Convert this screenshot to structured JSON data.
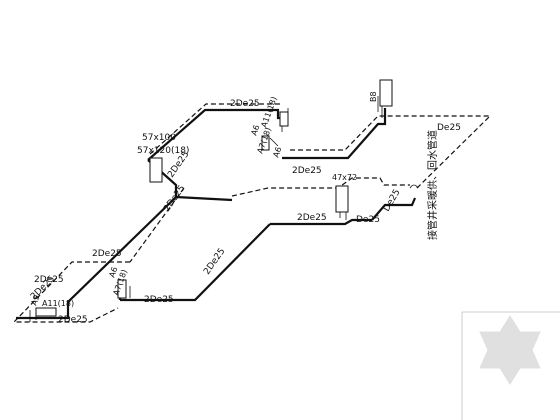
{
  "labels": {
    "pipe_2de25_top": "2De25",
    "pipe_de25_top_right": "De25",
    "pipe_2de25_mid_upper": "2De25",
    "pipe_2de25_left_vertical": "2De25",
    "pipe_2de25_mid_right": "2De25",
    "pipe_de25_mid_right": "De25",
    "pipe_de25_right_riser": "De25",
    "pipe_2de25_left_upper": "2De25",
    "pipe_2de25_mid_diag": "2De25",
    "pipe_2de25_lower": "2De25",
    "pipe_2de25_bottom": "2De25",
    "pipe_2de25_far_left": "2De25"
  },
  "radiators": {
    "r_b8": "B8",
    "r_a11_top": "A11(18)",
    "r_a6_top": "A6",
    "r_a7_top": "A7(18)",
    "r_a6_2": "A6",
    "r_57x100": "57x100",
    "r_57x120": "57x120(18)",
    "r_47x72": "47x72",
    "r_a6_bottom": "A6",
    "r_a7_bottom": "A7(18)",
    "r_a9": "A9",
    "r_a11_bottom": "A11(18)"
  },
  "note": "接管井采暖供、回水管道",
  "colors": {
    "line": "#111111",
    "background": "#ffffff",
    "logo": "#d8d8d8"
  }
}
